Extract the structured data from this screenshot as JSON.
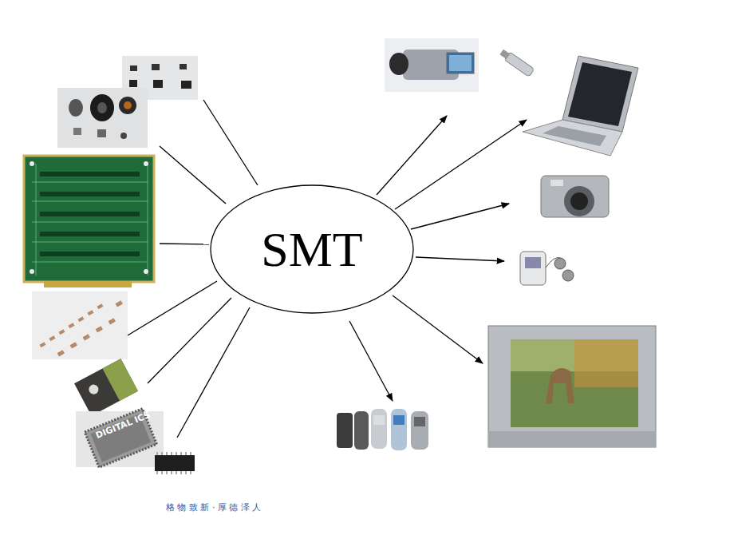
{
  "diagram": {
    "nodes": [
      {
        "text": [
          "SMT"
        ]
      }
    ],
    "labels": [
      "DIGITAL ICS",
      "格 物 致 新 · 厚 德 泽 人"
    ]
  }
}
